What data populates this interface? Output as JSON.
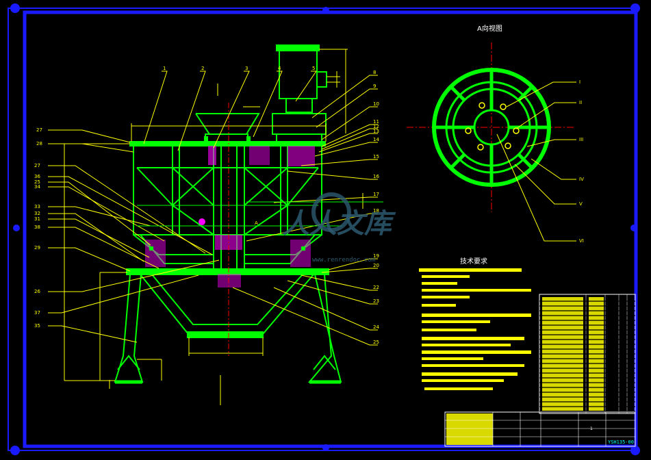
{
  "drawing": {
    "view_title": "A向视图",
    "tech_title": "技术要求",
    "title_block_code": "YSH135-00",
    "sheet_mark": "1",
    "watermark": {
      "logo": "人人文库",
      "url": "www.renrendoc.com"
    },
    "colors": {
      "background": "#000000",
      "frame": "#1a1aff",
      "geometry": "#00ff00",
      "leaders": "#ffff00",
      "centerline": "#ff0000",
      "magenta": "#ff00ff",
      "cyan": "#00ffff"
    },
    "left_callouts": [
      {
        "id": "l27a",
        "text": "27"
      },
      {
        "id": "l28a",
        "text": "28"
      },
      {
        "id": "l27b",
        "text": "27"
      },
      {
        "id": "l36",
        "text": "36"
      },
      {
        "id": "l25",
        "text": "25"
      },
      {
        "id": "l34",
        "text": "34"
      },
      {
        "id": "l33",
        "text": "33"
      },
      {
        "id": "l32",
        "text": "32"
      },
      {
        "id": "l31",
        "text": "31"
      },
      {
        "id": "l38",
        "text": "38"
      },
      {
        "id": "l29",
        "text": "29"
      },
      {
        "id": "l26",
        "text": "26"
      },
      {
        "id": "l37",
        "text": "37"
      },
      {
        "id": "l35",
        "text": "35"
      }
    ],
    "top_callouts": [
      {
        "id": "t1",
        "text": "1"
      },
      {
        "id": "t2",
        "text": "2"
      },
      {
        "id": "t3",
        "text": "3"
      },
      {
        "id": "t4",
        "text": "4"
      },
      {
        "id": "t5",
        "text": "5"
      }
    ],
    "right_callouts": [
      {
        "id": "r8",
        "text": "8"
      },
      {
        "id": "r9",
        "text": "9"
      },
      {
        "id": "r10",
        "text": "10"
      },
      {
        "id": "r11",
        "text": "11"
      },
      {
        "id": "r12",
        "text": "12"
      },
      {
        "id": "r13",
        "text": "13"
      },
      {
        "id": "r14",
        "text": "14"
      },
      {
        "id": "r15",
        "text": "15"
      },
      {
        "id": "r16",
        "text": "16"
      },
      {
        "id": "r17",
        "text": "17"
      },
      {
        "id": "r18",
        "text": "18"
      },
      {
        "id": "r19",
        "text": "19"
      },
      {
        "id": "r20",
        "text": "20"
      },
      {
        "id": "r22",
        "text": "22"
      },
      {
        "id": "r23",
        "text": "23"
      },
      {
        "id": "r24",
        "text": "24"
      },
      {
        "id": "r25",
        "text": "25"
      }
    ],
    "view_callouts": [
      {
        "id": "vI",
        "text": "I"
      },
      {
        "id": "vII",
        "text": "II"
      },
      {
        "id": "vIII",
        "text": "III"
      },
      {
        "id": "vIV",
        "text": "IV"
      },
      {
        "id": "vV",
        "text": "V"
      },
      {
        "id": "vVI",
        "text": "VI"
      }
    ],
    "section_mark": "A"
  }
}
